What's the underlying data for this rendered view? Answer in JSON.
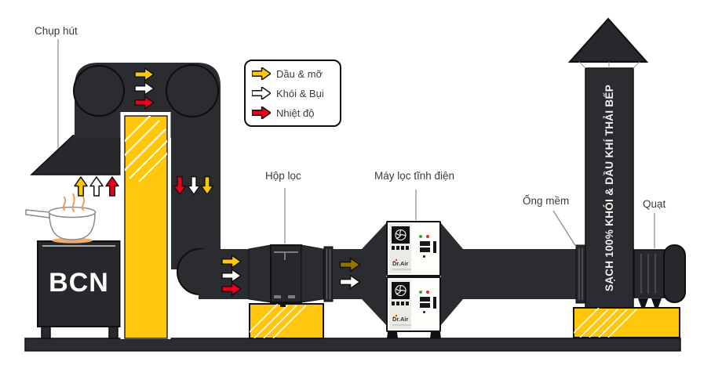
{
  "labels": {
    "hood": "Chụp hút",
    "filter_box": "Hộp lọc",
    "esp_machine": "Máy lọc tĩnh điện",
    "flex_duct": "Ống mềm",
    "fan": "Quạt"
  },
  "legend": {
    "items": [
      {
        "name": "oil-grease",
        "label": "Dầu & mỡ",
        "color": "#fec70b"
      },
      {
        "name": "smoke-dust",
        "label": "Khói & Bụi",
        "color": "#ffffff"
      },
      {
        "name": "temperature",
        "label": "Nhiệt độ",
        "color": "#e8001d"
      }
    ]
  },
  "stove": {
    "brand": "BCN"
  },
  "chimney": {
    "text": "SẠCH 100% KHÓI & DẦU KHÍ THẢI BẾP"
  },
  "machine": {
    "brand": "Dr.Air",
    "unit_count": 2
  },
  "flow_arrows": {
    "top_duct": [
      "oil",
      "smoke",
      "heat"
    ],
    "hood_inlet": [
      "oil",
      "smoke",
      "heat"
    ],
    "drop_duct": [
      "heat",
      "smoke",
      "oil"
    ],
    "before_filter_box": [
      "oil",
      "smoke",
      "heat"
    ],
    "after_filter_box": [
      "oil-filtered",
      "smoke"
    ]
  },
  "colors": {
    "duct_dark": "#2a2c2f",
    "accent_yellow": "#fec70b",
    "arrow_red": "#e8001d",
    "arrow_white": "#ffffff",
    "arrow_oil_filtered": "#8f7300",
    "steam_orange": "#ef9b57"
  }
}
